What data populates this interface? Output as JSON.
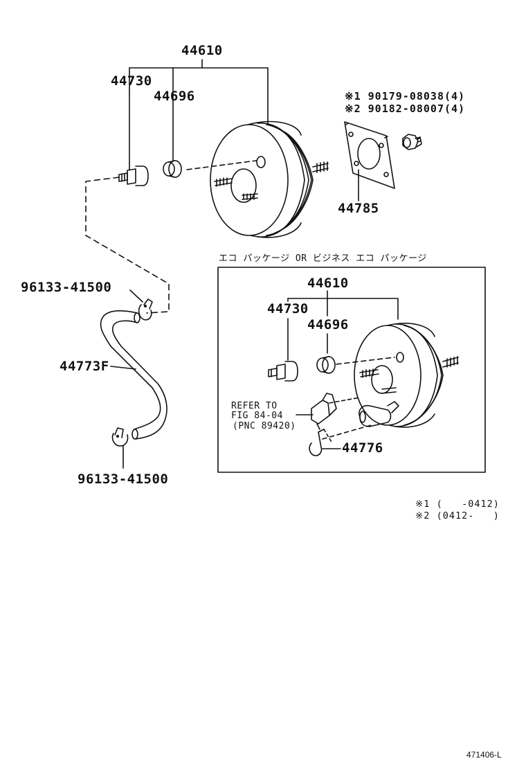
{
  "diagram": {
    "main": {
      "booster_assembly": "44610",
      "check_valve": "44730",
      "grommet": "44696",
      "gasket": "44785",
      "nut_note_1": "※1 90179-08038(4)",
      "nut_note_2": "※2 90182-08007(4)",
      "clip_top": "96133-41500",
      "hose": "44773F",
      "clip_bottom": "96133-41500"
    },
    "inset": {
      "title": "エコ パッケージ OR ビジネス エコ パッケージ",
      "booster_assembly": "44610",
      "check_valve": "44730",
      "grommet": "44696",
      "bracket": "44776",
      "refer_line_1": "REFER TO",
      "refer_line_2": "FIG 84-04",
      "refer_line_3": "(PNC 89420)"
    },
    "legend": {
      "note_1": "※1 (   -0412)",
      "note_2": "※2 (0412-   )"
    },
    "figure_code": "471406-L"
  }
}
